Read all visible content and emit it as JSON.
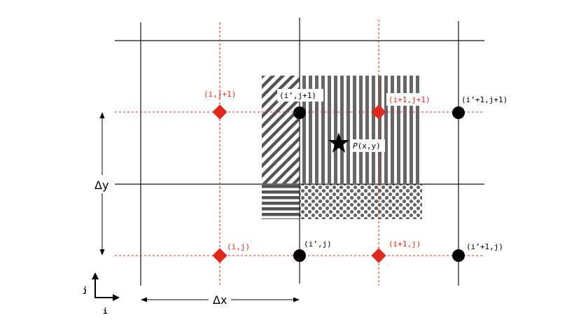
{
  "colors": {
    "black_grid": "#111111",
    "red_grid": "#e0281c",
    "red_marker": "#e0281c",
    "black_marker": "#000000",
    "pattern_dark": "#555555"
  },
  "labels": {
    "red_top_left": "(i,j+1)",
    "black_top_mid": "(i’,j+1)",
    "red_top_right": "(i+1,j+1)",
    "black_top_right": "(i’+1,j+1)",
    "red_bottom_left": "(i,j)",
    "black_bottom_mid": "(i’,j)",
    "red_bottom_right": "(i+1,j)",
    "black_bottom_right": "(i’+1,j)",
    "point_p": "P",
    "point_coords": "(x,y)",
    "delta_y": "Δy",
    "delta_x": "Δx",
    "axis_j": "j",
    "axis_i": "i"
  },
  "icons": {
    "target_point": "star-icon",
    "red_nodes": "diamond-icon",
    "black_nodes": "circle-icon"
  }
}
